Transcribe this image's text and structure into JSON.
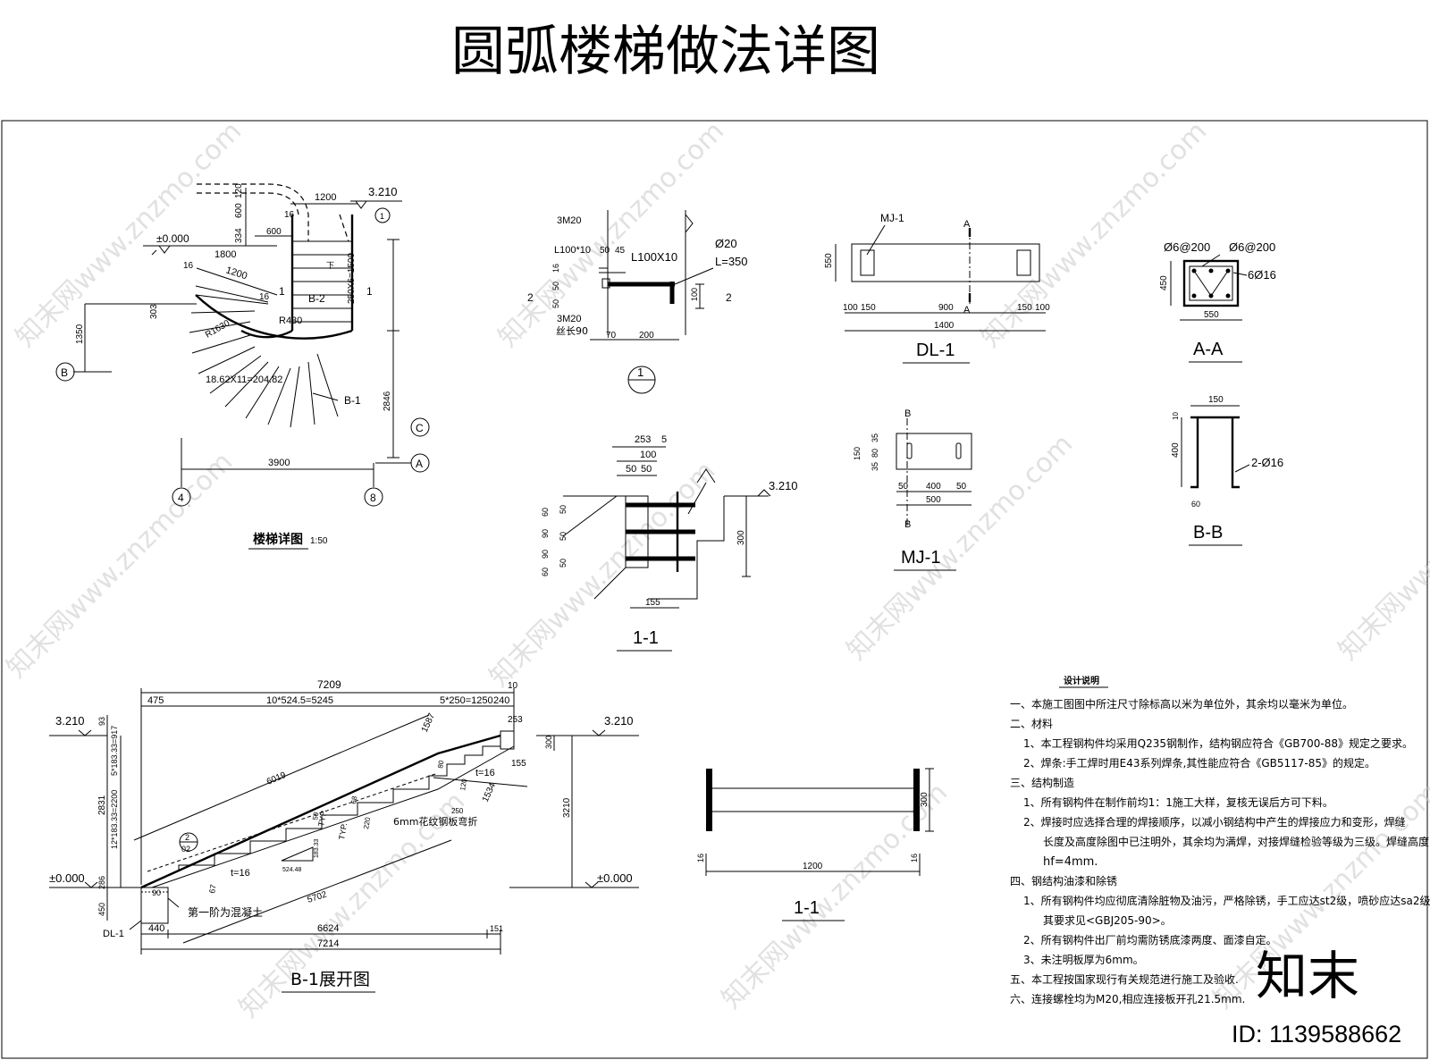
{
  "title": "圆弧楼梯做法详图",
  "plan": {
    "label": "楼梯详图",
    "scale": "1:50",
    "elev_top": "3.210",
    "elev_zero": "±0.000",
    "dims": {
      "d1200a": "1200",
      "d600a": "600",
      "d120": "120",
      "d334": "334",
      "d600b": "600",
      "d16a": "16",
      "d16b": "16",
      "d16c": "16",
      "d1800": "1800",
      "d1200b": "1200",
      "d303": "303",
      "d1350": "1350",
      "d2846": "2846",
      "d3900": "3900",
      "d250x6": "250X6=1500",
      "r430": "R430",
      "r1630": "R1630",
      "arc": "18.62X11=204.82"
    },
    "labels": {
      "b2": "B-2",
      "b1": "B-1",
      "down": "下",
      "cut1": "1",
      "cut2": "1",
      "sec_num": "1"
    },
    "axes": {
      "B": "B",
      "C": "C",
      "A": "A",
      "n4": "4",
      "n8": "8"
    }
  },
  "detail1": {
    "bolt_top": "3M20",
    "angle_small": "L100*10",
    "d50": "50",
    "d45": "45",
    "angle": "L100X10",
    "rod": "Ø20",
    "rod_len": "L=350",
    "d16": "16",
    "d50b": "50",
    "d50c": "50",
    "d100": "100",
    "bolt_bot": "3M20",
    "thread": "丝长90",
    "d70": "70",
    "d200": "200",
    "cut2": "2",
    "num": "1"
  },
  "section11a": {
    "label": "1-1",
    "elev": "3.210",
    "d253": "253",
    "d5": "5",
    "d100": "100",
    "d50a": "50",
    "d50b": "50",
    "v60a": "60",
    "v90a": "90",
    "v90b": "90",
    "v60b": "60",
    "v50a": "50",
    "v50b": "50",
    "v50c": "50",
    "d300": "300",
    "d155": "155"
  },
  "dl1": {
    "label": "DL-1",
    "mj": "MJ-1",
    "secA": "A",
    "h550": "550",
    "d100a": "100",
    "d150a": "150",
    "d900": "900",
    "d150b": "150",
    "d100b": "100",
    "d1400": "1400"
  },
  "aa": {
    "label": "A-A",
    "r1": "Ø6@200",
    "r2": "Ø6@200",
    "bars": "6Ø16",
    "h450": "450",
    "w550": "550"
  },
  "mj1": {
    "label": "MJ-1",
    "secB": "B",
    "h150": "150",
    "v35a": "35",
    "v80": "80",
    "v35b": "35",
    "d50a": "50",
    "d400": "400",
    "d50b": "50",
    "d500": "500"
  },
  "bb": {
    "label": "B-B",
    "w150": "150",
    "h10": "10",
    "h400": "400",
    "bars": "2-Ø16",
    "d60": "60"
  },
  "unfold": {
    "label": "B-1展开图",
    "elev_top_l": "3.210",
    "elev_top_r": "3.210",
    "elev_zero_l": "±0.000",
    "elev_zero_r": "±0.000",
    "d7209": "7209",
    "d475": "475",
    "d10x": "10*524.5=5245",
    "d5x": "5*250=1250",
    "d10": "10",
    "d240": "240",
    "d93": "93",
    "d5h": "5*183.33=917",
    "d12h": "12*183.33=2200",
    "d2831": "2831",
    "d286": "286",
    "d450": "450",
    "d253": "253",
    "d300": "300",
    "d155": "155",
    "d3210": "3210",
    "d1587": "1587",
    "d6019": "6019",
    "d1534": "1534",
    "d5702": "5702",
    "d440": "440",
    "d6624": "6624",
    "d151": "151",
    "d7214": "7214",
    "plate": "6mm花纹钢板弯折",
    "first": "第一阶为混凝土",
    "dl": "DL-1",
    "t16a": "t=16",
    "t16b": "t=16",
    "typ1": "TYP.",
    "typ2": "TYP.",
    "d524": "524.48",
    "d183": "183.33",
    "d250": "250",
    "d90": "90",
    "d67": "67",
    "note2": "2",
    "note02": "02",
    "d220": "220",
    "d50": "50",
    "d68": "68",
    "d80": "80",
    "d120": "120"
  },
  "section11b": {
    "label": "1-1",
    "h300": "300",
    "w1200": "1200",
    "t16a": "16",
    "t16b": "16"
  },
  "notes": {
    "heading": "设计说明",
    "lines": [
      "一、本施工图图中所注尺寸除标高以米为单位外，其余均以毫米为单位。",
      "二、材料",
      "1、本工程钢构件均采用Q235钢制作，结构钢应符合《GB700-88》规定之要求。",
      "2、焊条:手工焊时用E43系列焊条,其性能应符合《GB5117-85》的规定。",
      "三、结构制造",
      "1、所有钢构件在制作前均1：1施工大样，复核无误后方可下料。",
      "2、焊接时应选择合理的焊接顺序，以减小钢结构中产生的焊接应力和变形，焊缝",
      "长度及高度除图中已注明外，其余均为满焊，对接焊缝检验等级为三级。焊缝高度:",
      "hf=4mm.",
      "四、钢结构油漆和除锈",
      "1、所有钢构件均应彻底清除脏物及油污，严格除锈，手工应达st2级，喷砂应达sa2级.",
      "其要求见<GBJ205-90>。",
      "2、所有钢构件出厂前均需防锈底漆两度、面漆自定。",
      "3、未注明板厚为6mm。",
      "五、本工程按国家现行有关规范进行施工及验收.",
      "六、连接螺栓均为M20,相应连接板开孔21.5mm."
    ]
  },
  "watermark": {
    "logo": "知末",
    "id": "ID: 1139588662",
    "site": "知末网www.znzmo.com"
  }
}
